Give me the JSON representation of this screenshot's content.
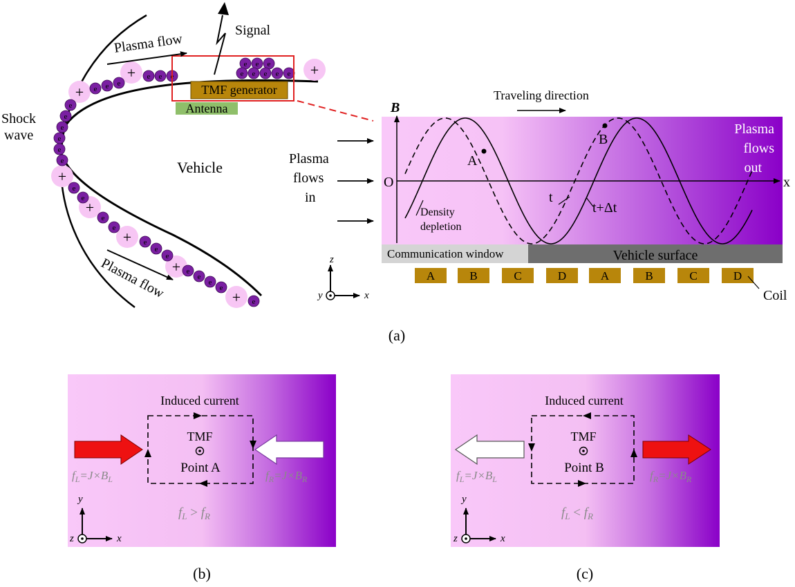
{
  "panel_a": {
    "shock_wave_line1": "Shock",
    "shock_wave_line2": "wave",
    "plasma_flow_top": "Plasma flow",
    "plasma_flow_bottom": "Plasma flow",
    "signal": "Signal",
    "tmf_generator": "TMF generator",
    "antenna": "Antenna",
    "vehicle": "Vehicle",
    "electron_symbol": "e",
    "ion_symbol": "+",
    "axes": {
      "z": "z",
      "y": "y",
      "x": "x"
    },
    "traveling_direction": "Traveling direction",
    "b_axis_label": "B",
    "origin_label": "O",
    "x_axis_label": "x",
    "plasma_flows_in": [
      "Plasma",
      "flows",
      "in"
    ],
    "plasma_flows_out": [
      "Plasma",
      "flows",
      "out"
    ],
    "point_a": "A",
    "point_b": "B",
    "curve_t": "t",
    "curve_t_dt": "t+Δt",
    "density_depletion": [
      "Density",
      "depletion"
    ],
    "communication_window": "Communication window",
    "vehicle_surface": "Vehicle surface",
    "coils": [
      "A",
      "B",
      "C",
      "D",
      "A",
      "B",
      "C",
      "D"
    ],
    "coil_label": "Coil",
    "caption": "(a)"
  },
  "panel_b": {
    "induced_current": "Induced current",
    "tmf": "TMF",
    "point": "Point A",
    "f_left_f": "f",
    "f_left_sub": "L",
    "f_left_eq": "=J×B",
    "f_left_bsub": "L",
    "f_right_f": "f",
    "f_right_sub": "R",
    "f_right_eq": "=J×B",
    "f_right_bsub": "R",
    "cmp_f1": "f",
    "cmp_sub1": "L",
    "cmp_op": " > ",
    "cmp_f2": "f",
    "cmp_sub2": "R",
    "axes": {
      "y": "y",
      "z": "z",
      "x": "x"
    },
    "caption": "(b)"
  },
  "panel_c": {
    "induced_current": "Induced current",
    "tmf": "TMF",
    "point": "Point B",
    "f_left_f": "f",
    "f_left_sub": "L",
    "f_left_eq": "=J×B",
    "f_left_bsub": "L",
    "f_right_f": "f",
    "f_right_sub": "R",
    "f_right_eq": "=J×B",
    "f_right_bsub": "R",
    "cmp_f1": "f",
    "cmp_sub1": "L",
    "cmp_op": " < ",
    "cmp_f2": "f",
    "cmp_sub2": "R",
    "axes": {
      "y": "y",
      "z": "z",
      "x": "x"
    },
    "caption": "(c)"
  },
  "colors": {
    "plasma_light": "#f9c8f9",
    "plasma_dark": "#8a00c8",
    "electron": "#7a1fa2",
    "ion_halo": "#f7c6f4",
    "tmf_box": "#b8860b",
    "antenna_box": "#8fbf6a",
    "window_grey": "#d4d4d4",
    "surface_grey": "#6e6e6e",
    "red_arrow": "#ee1111",
    "red_box": "#e02020"
  }
}
